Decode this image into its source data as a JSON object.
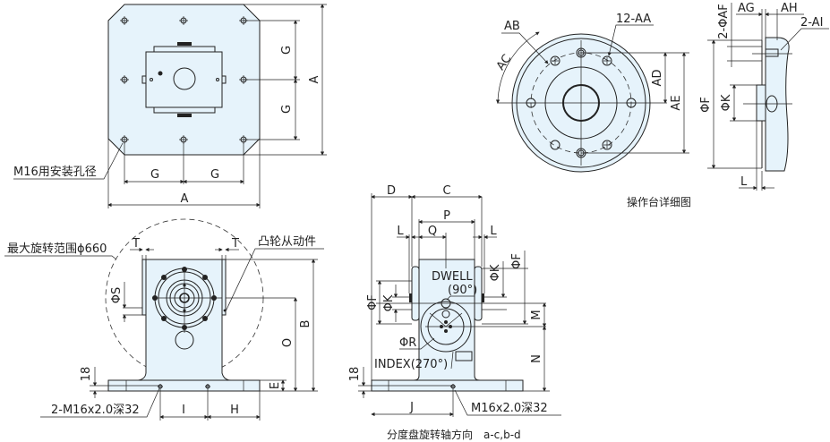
{
  "top_view": {
    "dim_G1": "G",
    "dim_G2": "G",
    "dim_G3": "G",
    "dim_G4": "G",
    "dim_A_vertical": "A",
    "dim_A_horizontal": "A",
    "mount_hole_label": "M16用安装孔径"
  },
  "table_detail": {
    "label_AB": "AB",
    "label_12AA": "12-AA",
    "label_AC": "AC",
    "label_AD": "AD",
    "label_AE": "AE",
    "label_AF": "2-ΦAF",
    "label_AG": "AG",
    "label_AH": "AH",
    "label_AI": "2-AI",
    "label_F": "ΦF",
    "label_K": "ΦK",
    "label_L": "L",
    "caption": "操作台详细图"
  },
  "front_view": {
    "max_rotation_label": "最大旋转范围ϕ660",
    "cam_follower_label": "凸轮从动件",
    "label_T1": "T",
    "label_T2": "T",
    "label_S": "ΦS",
    "label_B": "B",
    "label_O": "O",
    "label_E": "E",
    "label_18": "18",
    "label_I": "I",
    "label_H": "H",
    "tap_label": "2-M16x2.0深32"
  },
  "side_view": {
    "label_D": "D",
    "label_C": "C",
    "label_P": "P",
    "label_Q": "Q",
    "label_L1": "L",
    "label_L2": "L",
    "label_F1": "ΦF",
    "label_K1": "ΦK",
    "label_K2": "ΦK",
    "label_F2": "ΦF",
    "label_M": "M",
    "label_N": "N",
    "label_R": "ΦR",
    "label_J": "J",
    "label_18": "18",
    "dwell_label": "DWELL",
    "dwell_angle": "(90°)",
    "index_label": "INDEX(270°)",
    "tap_label": "M16x2.0深32",
    "caption": "分度盘旋转轴方向　a-c,b-d"
  },
  "colors": {
    "part_fill": "#e6f3fb",
    "line": "#222222"
  }
}
